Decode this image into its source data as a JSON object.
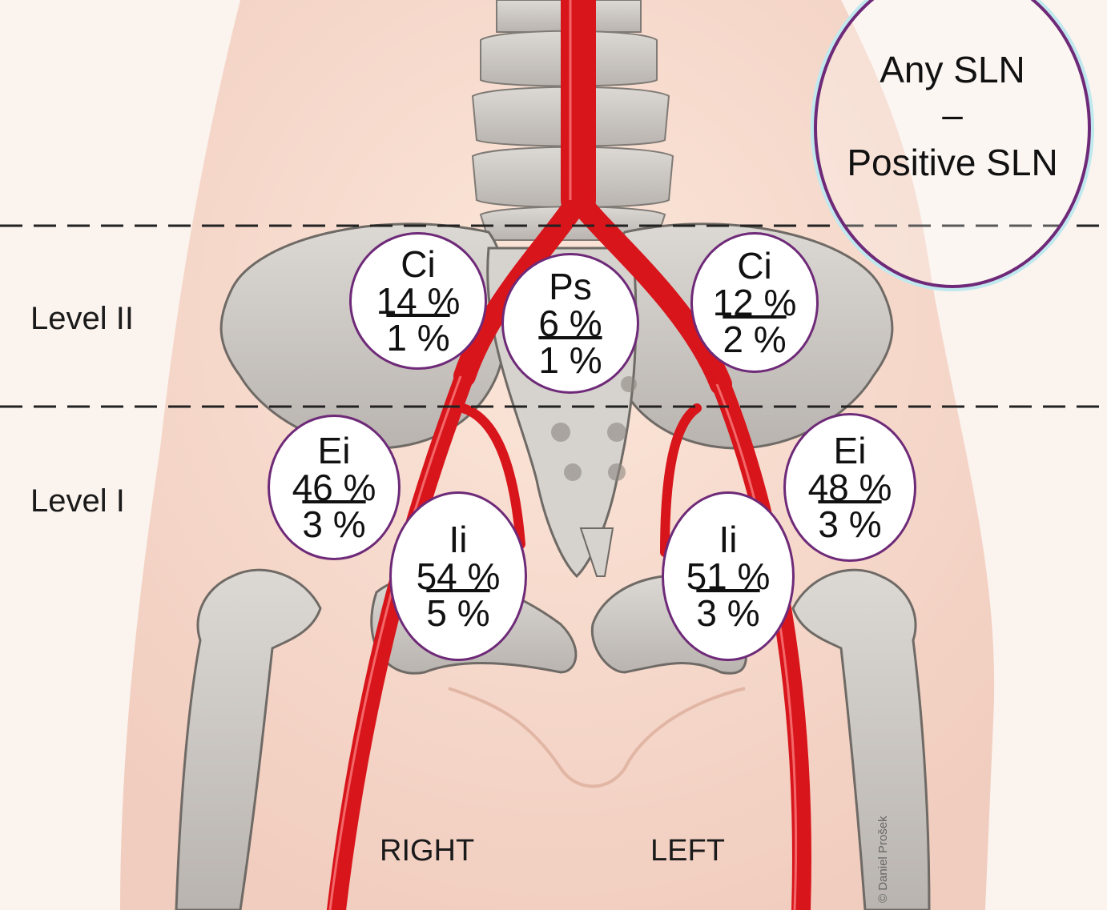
{
  "levels": {
    "level2": "Level II",
    "level1": "Level I"
  },
  "legend": {
    "line1": "Any SLN",
    "sep": "–",
    "line2": "Positive SLN"
  },
  "nodes": [
    {
      "label": "Ci",
      "any": "14 %",
      "positive": "1 %"
    },
    {
      "label": "Ps",
      "any": "6 %",
      "positive": "1 %"
    },
    {
      "label": "Ci",
      "any": "12 %",
      "positive": "2 %"
    },
    {
      "label": "Ei",
      "any": "46 %",
      "positive": "3 %"
    },
    {
      "label": "Ii",
      "any": "54 %",
      "positive": "5 %"
    },
    {
      "label": "Ii",
      "any": "51 %",
      "positive": "3 %"
    },
    {
      "label": "Ei",
      "any": "48 %",
      "positive": "3 %"
    }
  ],
  "sides": {
    "right": "RIGHT",
    "left": "LEFT"
  },
  "credit": "© Daniel Prošek",
  "colors": {
    "artery": "#d8151b",
    "node_border": "#6e2a78",
    "skin": "#f6dccf",
    "bone": "#cbc7c3"
  }
}
